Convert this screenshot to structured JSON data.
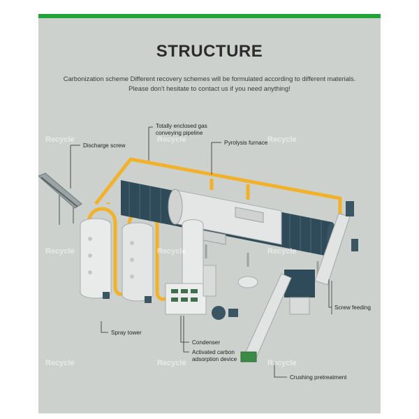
{
  "header": {
    "title": "STRUCTURE",
    "subtitle_line1": "Carbonization scheme Different recovery schemes will be formulated according to different materials.",
    "subtitle_line2": "Please don't hesitate to contact us if you need anything!"
  },
  "labels": {
    "gas_pipeline": "Totally enclosed gas conveying pipeline",
    "discharge_screw": "Discharge screw",
    "pyrolysis_furnace": "Pyrolysis furnace",
    "screw_feeding": "Screw feeding",
    "spray_tower": "Spray tower",
    "condenser": "Condenser",
    "activated_carbon": "Activated carbon adsorption device",
    "crushing": "Crushing pretreatment"
  },
  "watermark": {
    "text": "Recycle"
  },
  "colors": {
    "accent_bar": "#22a33a",
    "pipe": "#f2b12a",
    "panel": "#cdd1ce",
    "furnace_jacket": "#2f4a58"
  }
}
